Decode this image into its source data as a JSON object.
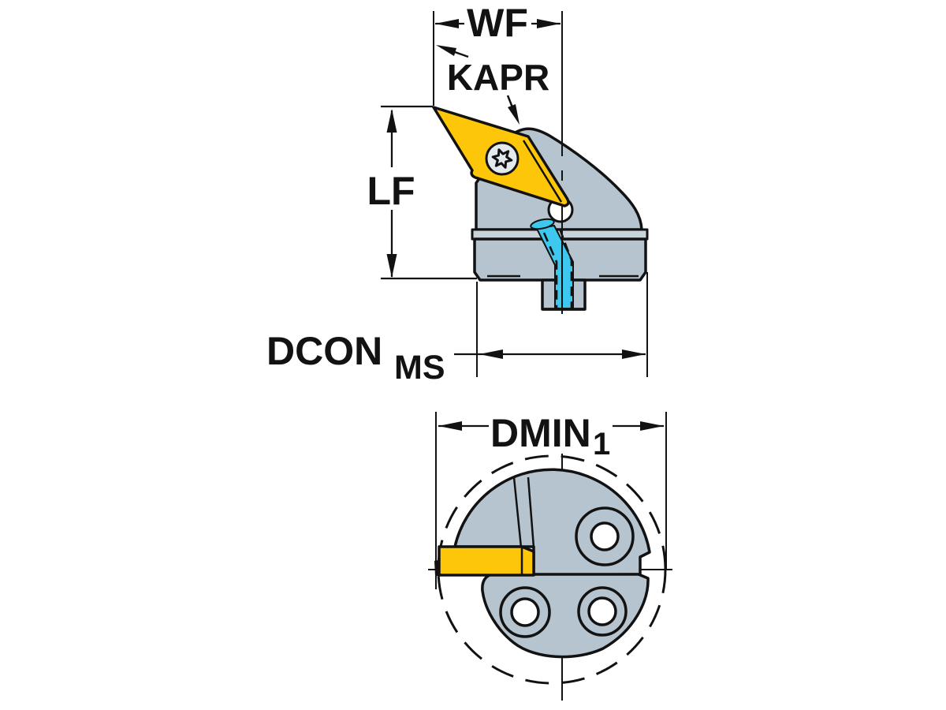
{
  "labels": {
    "wf": "WF",
    "kapr": "KAPR",
    "lf": "LF",
    "dcon": "DCON",
    "dcon_sub": "MS",
    "dmin": "DMIN",
    "dmin_sub": "1"
  },
  "colors": {
    "background": "#FFFFFF",
    "line_black": "#121212",
    "insert_yellow": "#FDC608",
    "body_gray": "#B5C4CE",
    "body_gray_light": "#C8D3DA",
    "coolant_cyan": "#3CC8EF",
    "screw_gray": "#E2EAEE"
  }
}
